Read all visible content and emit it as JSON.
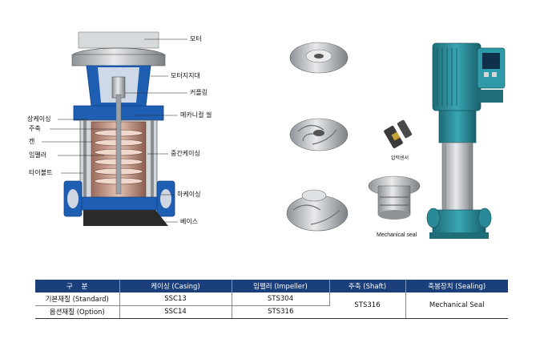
{
  "diagram_labels": {
    "motor": "모터",
    "motor_support": "모터지지대",
    "coupling": "커플링",
    "mechanical_seal": "메카니컬 씰",
    "upper_casing": "상케이싱",
    "shaft": "주축",
    "can": "캔",
    "impeller": "임펠러",
    "tie_bolt": "타이볼트",
    "middle_casing": "중간케이싱",
    "lower_casing": "하케이싱",
    "base": "베이스"
  },
  "photo_captions": {
    "pressure_sensor": "압력센서",
    "mechanical_seal": "Mechanical seal"
  },
  "table": {
    "headers": [
      "구    분",
      "케이싱 (Casing)",
      "임펠러 (Impeller)",
      "주축 (Shaft)",
      "축봉장치 (Sealing)"
    ],
    "rows": [
      {
        "label": "기본재질 (Standard)",
        "casing": "SSC13",
        "impeller": "STS304"
      },
      {
        "label": "옵션재질 (Option)",
        "casing": "SSC14",
        "impeller": "STS316"
      }
    ],
    "shaft": "STS316",
    "sealing": "Mechanical Seal"
  },
  "colors": {
    "table_header": "#1b3f7a",
    "casing_blue": "#1f5fb3",
    "pump_teal": "#2d8f9c",
    "steel": "#b9bcc0"
  }
}
